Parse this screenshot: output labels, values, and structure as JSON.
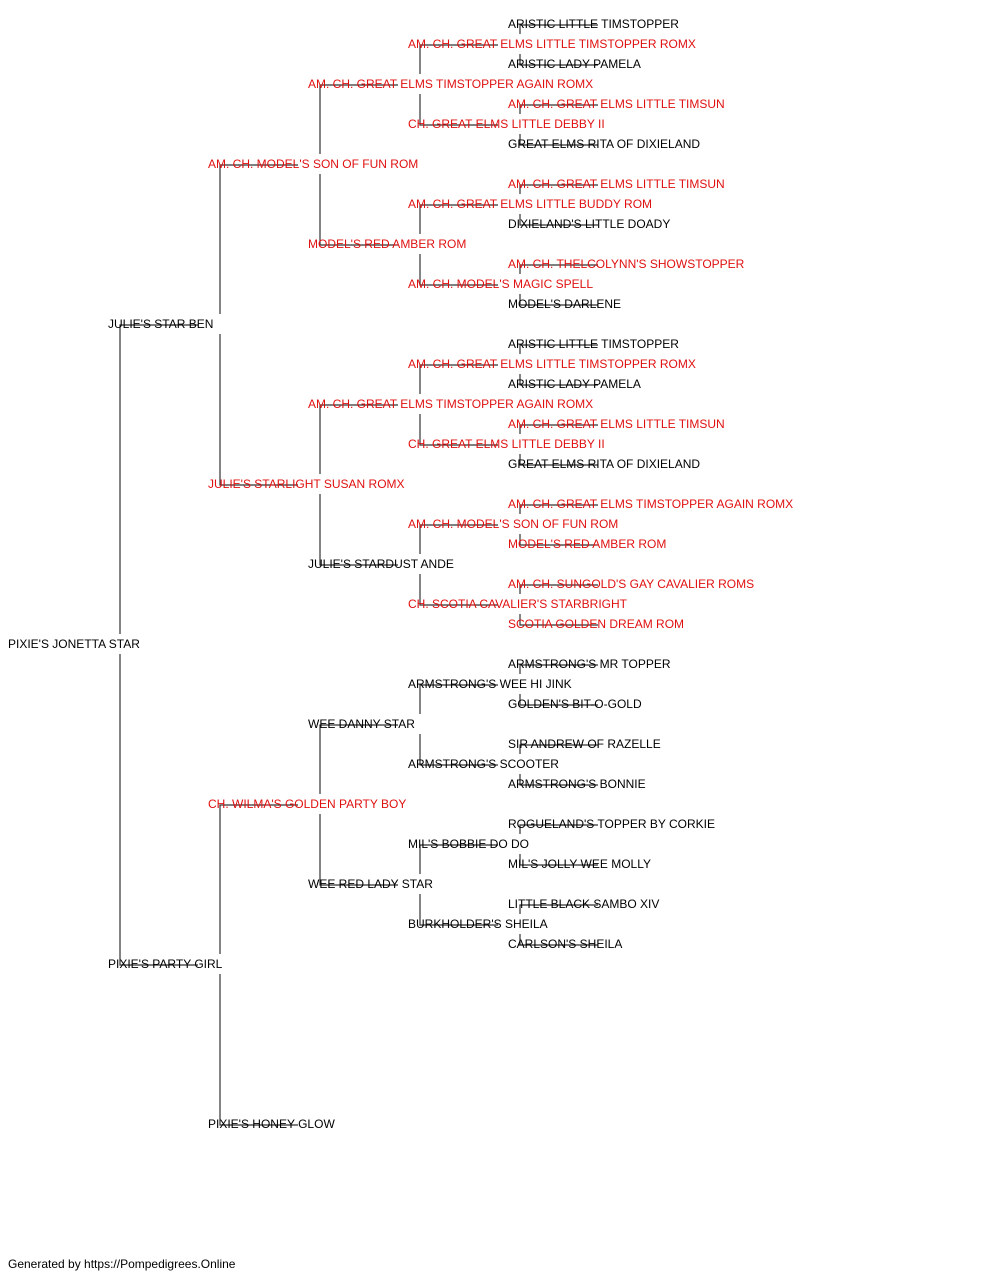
{
  "colors": {
    "champion": "#e01010",
    "normal": "#000000"
  },
  "pedigree": {
    "name": "PIXIE'S JONETTA STAR",
    "red": false,
    "sire": {
      "name": "JULIE'S STAR BEN",
      "red": false,
      "sire": {
        "name": "AM. CH. MODEL'S SON OF FUN ROM",
        "red": true,
        "sire": {
          "name": "AM. CH. GREAT ELMS TIMSTOPPER AGAIN ROMX",
          "red": true,
          "sire": {
            "name": "AM. CH. GREAT ELMS LITTLE TIMSTOPPER ROMX",
            "red": true,
            "sire": {
              "name": "ARISTIC LITTLE TIMSTOPPER",
              "red": false
            },
            "dam": {
              "name": "ARISTIC LADY PAMELA",
              "red": false
            }
          },
          "dam": {
            "name": "CH. GREAT ELMS LITTLE DEBBY II",
            "red": true,
            "sire": {
              "name": "AM. CH. GREAT ELMS LITTLE TIMSUN",
              "red": true
            },
            "dam": {
              "name": "GREAT ELMS RITA OF DIXIELAND",
              "red": false
            }
          }
        },
        "dam": {
          "name": "MODEL'S RED AMBER ROM",
          "red": true,
          "sire": {
            "name": "AM. CH. GREAT ELMS LITTLE BUDDY ROM",
            "red": true,
            "sire": {
              "name": "AM. CH. GREAT ELMS LITTLE TIMSUN",
              "red": true
            },
            "dam": {
              "name": "DIXIELAND'S LITTLE DOADY",
              "red": false
            }
          },
          "dam": {
            "name": "AM. CH. MODEL'S MAGIC SPELL",
            "red": true,
            "sire": {
              "name": "AM. CH. THELCOLYNN'S SHOWSTOPPER",
              "red": true
            },
            "dam": {
              "name": "MODEL'S DARLENE",
              "red": false
            }
          }
        }
      },
      "dam": {
        "name": "JULIE'S STARLIGHT SUSAN ROMX",
        "red": true,
        "sire": {
          "name": "AM. CH. GREAT ELMS TIMSTOPPER AGAIN ROMX",
          "red": true,
          "sire": {
            "name": "AM. CH. GREAT ELMS LITTLE TIMSTOPPER ROMX",
            "red": true,
            "sire": {
              "name": "ARISTIC LITTLE TIMSTOPPER",
              "red": false
            },
            "dam": {
              "name": "ARISTIC LADY PAMELA",
              "red": false
            }
          },
          "dam": {
            "name": "CH. GREAT ELMS LITTLE DEBBY II",
            "red": true,
            "sire": {
              "name": "AM. CH. GREAT ELMS LITTLE TIMSUN",
              "red": true
            },
            "dam": {
              "name": "GREAT ELMS RITA OF DIXIELAND",
              "red": false
            }
          }
        },
        "dam": {
          "name": "JULIE'S STARDUST ANDE",
          "red": false,
          "sire": {
            "name": "AM. CH. MODEL'S SON OF FUN ROM",
            "red": true,
            "sire": {
              "name": "AM. CH. GREAT ELMS TIMSTOPPER AGAIN ROMX",
              "red": true
            },
            "dam": {
              "name": "MODEL'S RED AMBER ROM",
              "red": true
            }
          },
          "dam": {
            "name": "CH. SCOTIA CAVALIER'S STARBRIGHT",
            "red": true,
            "sire": {
              "name": "AM. CH. SUNGOLD'S GAY CAVALIER ROMS",
              "red": true
            },
            "dam": {
              "name": "SCOTIA GOLDEN DREAM ROM",
              "red": true
            }
          }
        }
      }
    },
    "dam": {
      "name": "PIXIE'S PARTY GIRL",
      "red": false,
      "sire": {
        "name": "CH. WILMA'S GOLDEN PARTY BOY",
        "red": true,
        "sire": {
          "name": "WEE DANNY STAR",
          "red": false,
          "sire": {
            "name": "ARMSTRONG'S WEE HI JINK",
            "red": false,
            "sire": {
              "name": "ARMSTRONG'S MR TOPPER",
              "red": false
            },
            "dam": {
              "name": "GOLDEN'S BIT-O-GOLD",
              "red": false
            }
          },
          "dam": {
            "name": "ARMSTRONG'S SCOOTER",
            "red": false,
            "sire": {
              "name": "SIR ANDREW OF RAZELLE",
              "red": false
            },
            "dam": {
              "name": "ARMSTRONG'S BONNIE",
              "red": false
            }
          }
        },
        "dam": {
          "name": "WEE RED LADY STAR",
          "red": false,
          "sire": {
            "name": "MIL'S BOBBIE DO DO",
            "red": false,
            "sire": {
              "name": "ROGUELAND'S TOPPER BY CORKIE",
              "red": false
            },
            "dam": {
              "name": "MIL'S JOLLY WEE MOLLY",
              "red": false
            }
          },
          "dam": {
            "name": "BURKHOLDER'S SHEILA",
            "red": false,
            "sire": {
              "name": "LITTLE BLACK SAMBO XIV",
              "red": false
            },
            "dam": {
              "name": "CARLSON'S SHEILA",
              "red": false
            }
          }
        }
      },
      "dam": {
        "name": "PIXIE'S HONEY GLOW",
        "red": false
      }
    }
  },
  "footer": {
    "text": "Generated by https://Pompedigrees.Online"
  }
}
